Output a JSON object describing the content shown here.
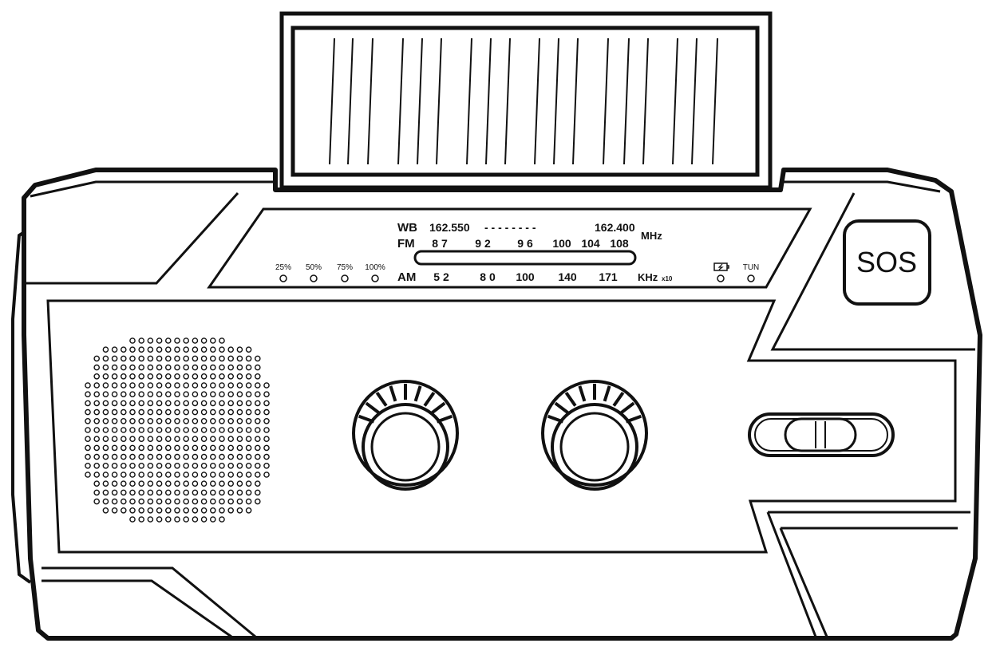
{
  "dial": {
    "wb": {
      "label": "WB",
      "start": "162.550",
      "dashes": "- - - - - - - -",
      "end": "162.400",
      "unit": "MHz"
    },
    "fm": {
      "label": "FM",
      "marks": [
        "8 7",
        "9 2",
        "9 6",
        "100",
        "104",
        "108"
      ]
    },
    "am": {
      "label": "AM",
      "marks": [
        "5 2",
        "8 0",
        "100",
        "140",
        "171"
      ],
      "unit": "KHz",
      "unit_suffix": "x10"
    }
  },
  "battery_indicators": [
    "25%",
    "50%",
    "75%",
    "100%"
  ],
  "status_indicators": {
    "tun": "TUN"
  },
  "sos_button": {
    "label": "SOS"
  }
}
